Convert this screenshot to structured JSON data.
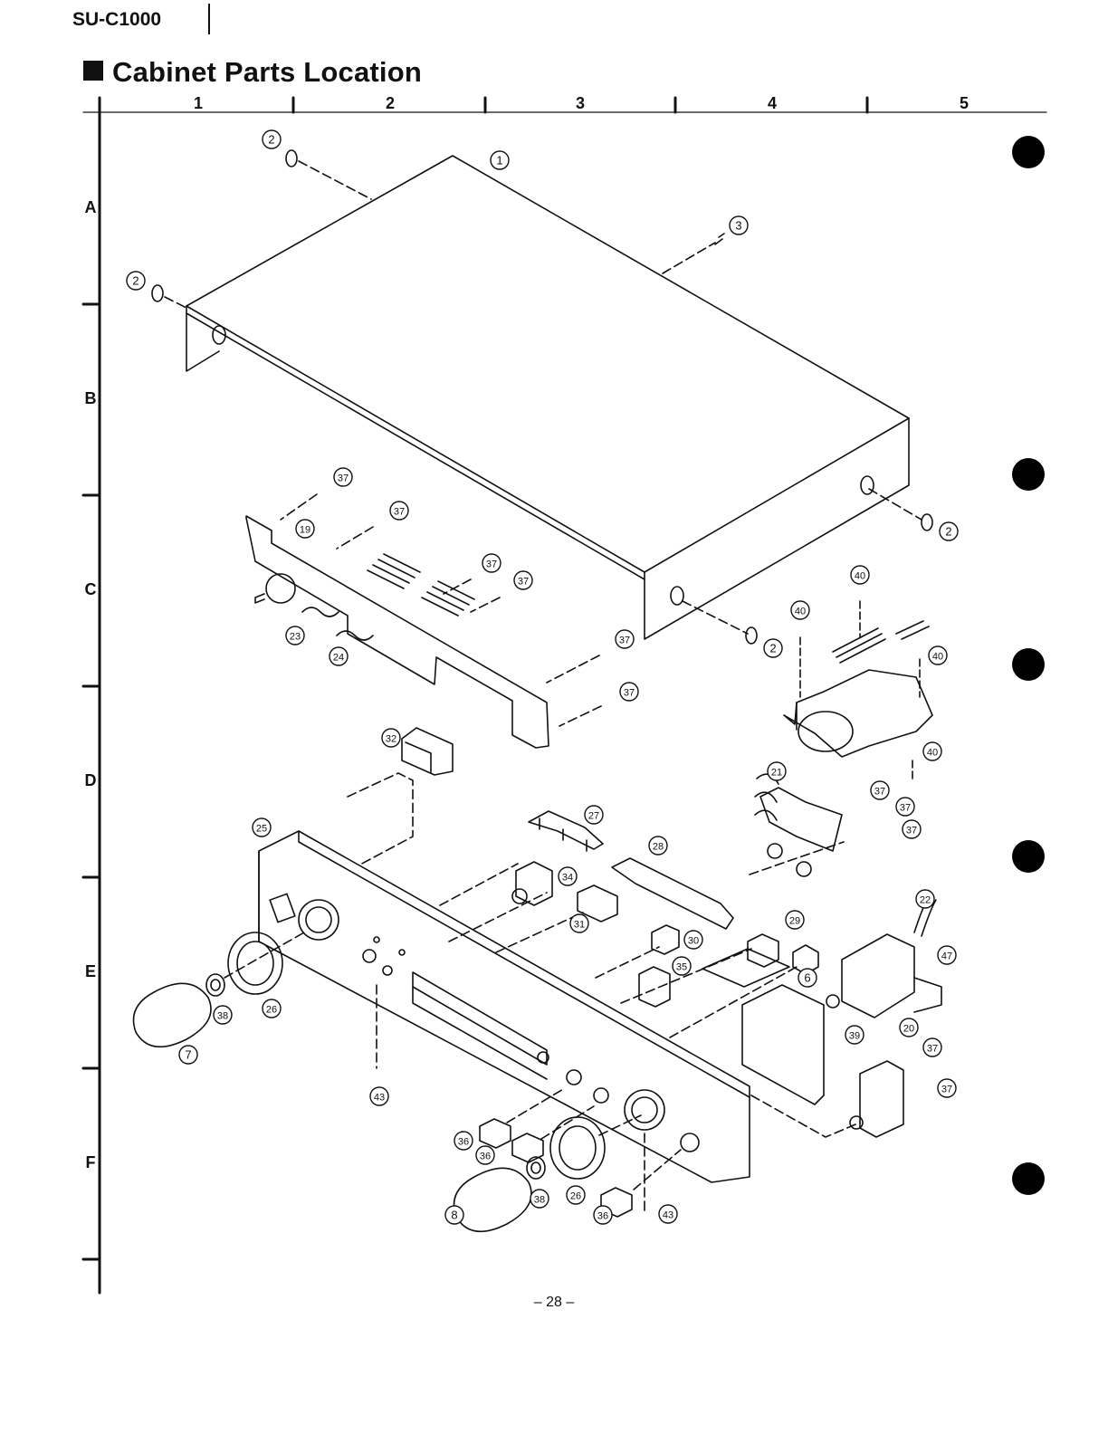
{
  "header": {
    "model": "SU-C1000",
    "title": "Cabinet Parts Location"
  },
  "grid": {
    "columns": [
      "1",
      "2",
      "3",
      "4",
      "5"
    ],
    "rows": [
      "A",
      "B",
      "C",
      "D",
      "E",
      "F"
    ]
  },
  "callouts": [
    "1",
    "2",
    "2",
    "2",
    "2",
    "3",
    "37",
    "19",
    "37",
    "37",
    "37",
    "23",
    "24",
    "37",
    "37",
    "40",
    "40",
    "40",
    "40",
    "32",
    "21",
    "37",
    "37",
    "37",
    "25",
    "27",
    "28",
    "34",
    "31",
    "30",
    "29",
    "22",
    "47",
    "35",
    "6",
    "38",
    "26",
    "7",
    "39",
    "20",
    "37",
    "37",
    "43",
    "36",
    "36",
    "38",
    "26",
    "8",
    "36",
    "43"
  ],
  "footer": {
    "page": "– 28 –"
  }
}
